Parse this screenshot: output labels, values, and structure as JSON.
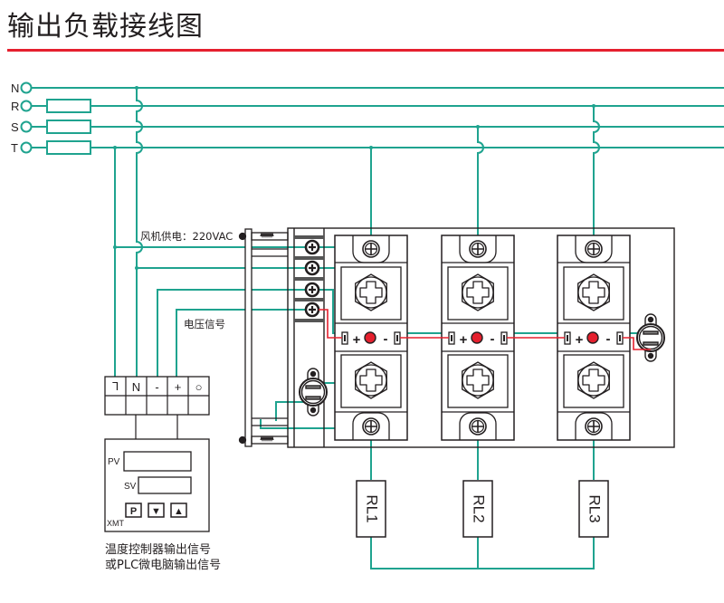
{
  "title": "输出负载接线图",
  "colors": {
    "wire": "#1fa38f",
    "signal": "#e5202e",
    "outline": "#231f20",
    "accent_rule": "#e5202e",
    "led": "#e5202e"
  },
  "phases": [
    {
      "label": "N",
      "fuse": false
    },
    {
      "label": "R",
      "fuse": true
    },
    {
      "label": "S",
      "fuse": true
    },
    {
      "label": "T",
      "fuse": true
    }
  ],
  "annotations": {
    "fan_power": "风机供电：220VAC",
    "voltage_signal": "电压信号"
  },
  "controller": {
    "terminals": [
      "L",
      "N",
      "-",
      "+",
      "○"
    ],
    "pv_label": "PV",
    "sv_label": "SV",
    "buttons": [
      "P",
      "▼",
      "▲"
    ],
    "model": "XMT",
    "caption_line1": "温度控制器输出信号",
    "caption_line2": "或PLC微电脑输出信号"
  },
  "relays": [
    {
      "id": "ssr-1",
      "plus": "+",
      "minus": "-"
    },
    {
      "id": "ssr-2",
      "plus": "+",
      "minus": "-"
    },
    {
      "id": "ssr-3",
      "plus": "+",
      "minus": "-"
    }
  ],
  "loads": [
    "RL1",
    "RL2",
    "RL3"
  ]
}
